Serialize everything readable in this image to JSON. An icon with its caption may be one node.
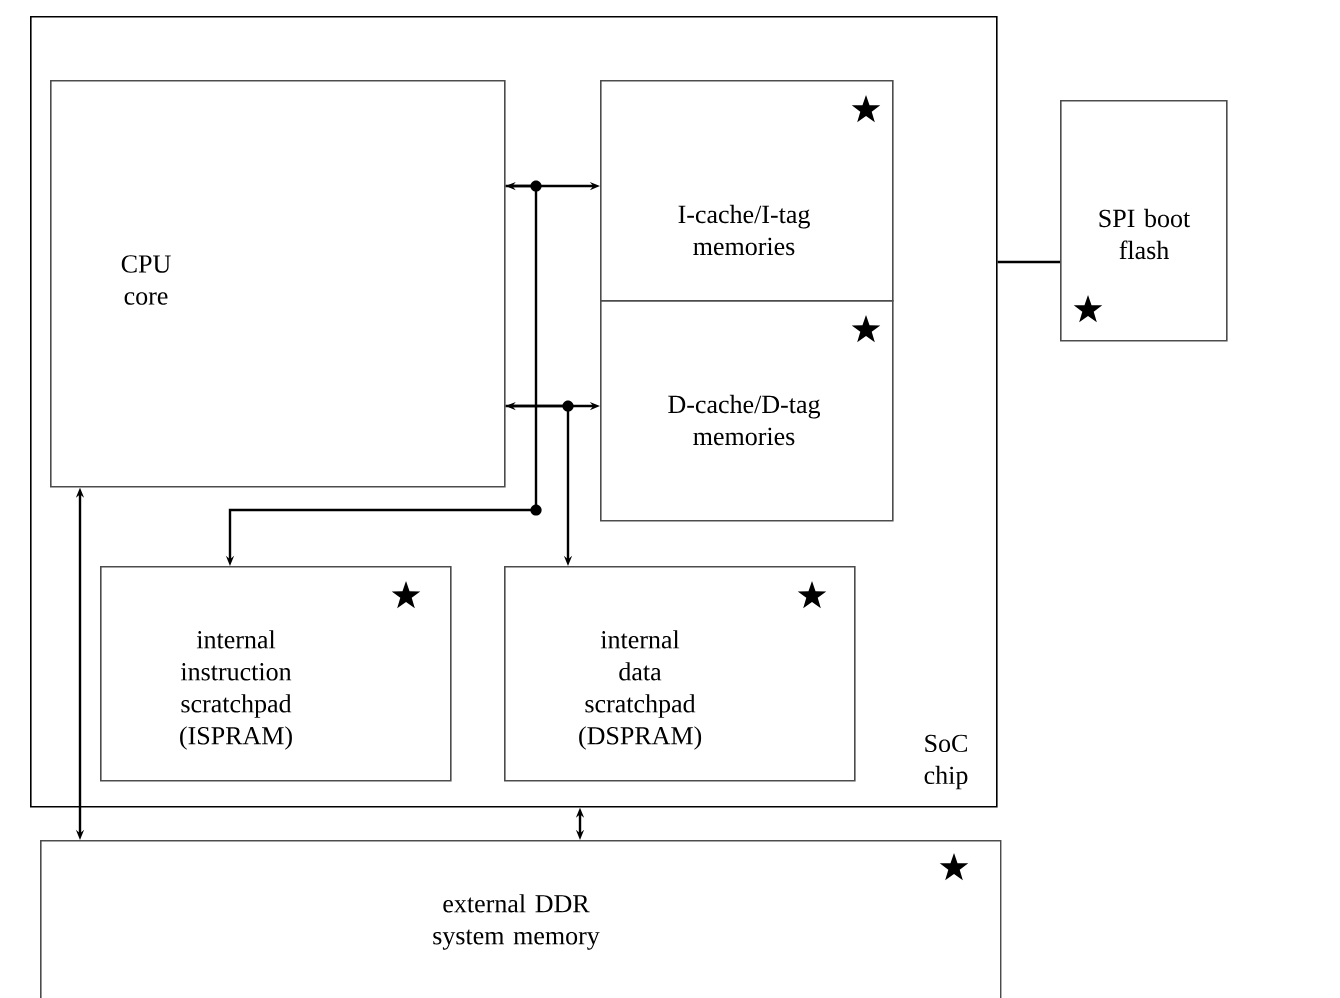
{
  "diagram": {
    "nodes": [
      {
        "text": [
          "SoC chip"
        ]
      },
      {
        "text": [
          "CPU core"
        ],
        "in": 0
      },
      {
        "text": [
          "I-cache/I-tag memories"
        ],
        "in": 0
      },
      {
        "text": [
          "D-cache/D-tag memories"
        ],
        "in": 0
      },
      {
        "text": [
          "internal instruction scratchpad (ISPRAM)"
        ],
        "in": 0
      },
      {
        "text": [
          "internal data scratchpad (DSPRAM)"
        ],
        "in": 0
      },
      {
        "text": [
          "SPI boot flash"
        ]
      },
      {
        "text": [
          "external DDR system memory"
        ]
      }
    ],
    "edges": [
      {
        "from": 1,
        "to": 2,
        "arrow": "both"
      },
      {
        "from": 1,
        "to": 4,
        "arrow": "to"
      },
      {
        "from": 1,
        "to": 3,
        "arrow": "both"
      },
      {
        "from": 1,
        "to": 5,
        "arrow": "to"
      },
      {
        "from": 1,
        "to": 7,
        "arrow": "both"
      },
      {
        "from": 0,
        "to": 7,
        "arrow": "both"
      },
      {
        "from": 0,
        "to": 6,
        "arrow": "none"
      }
    ]
  }
}
